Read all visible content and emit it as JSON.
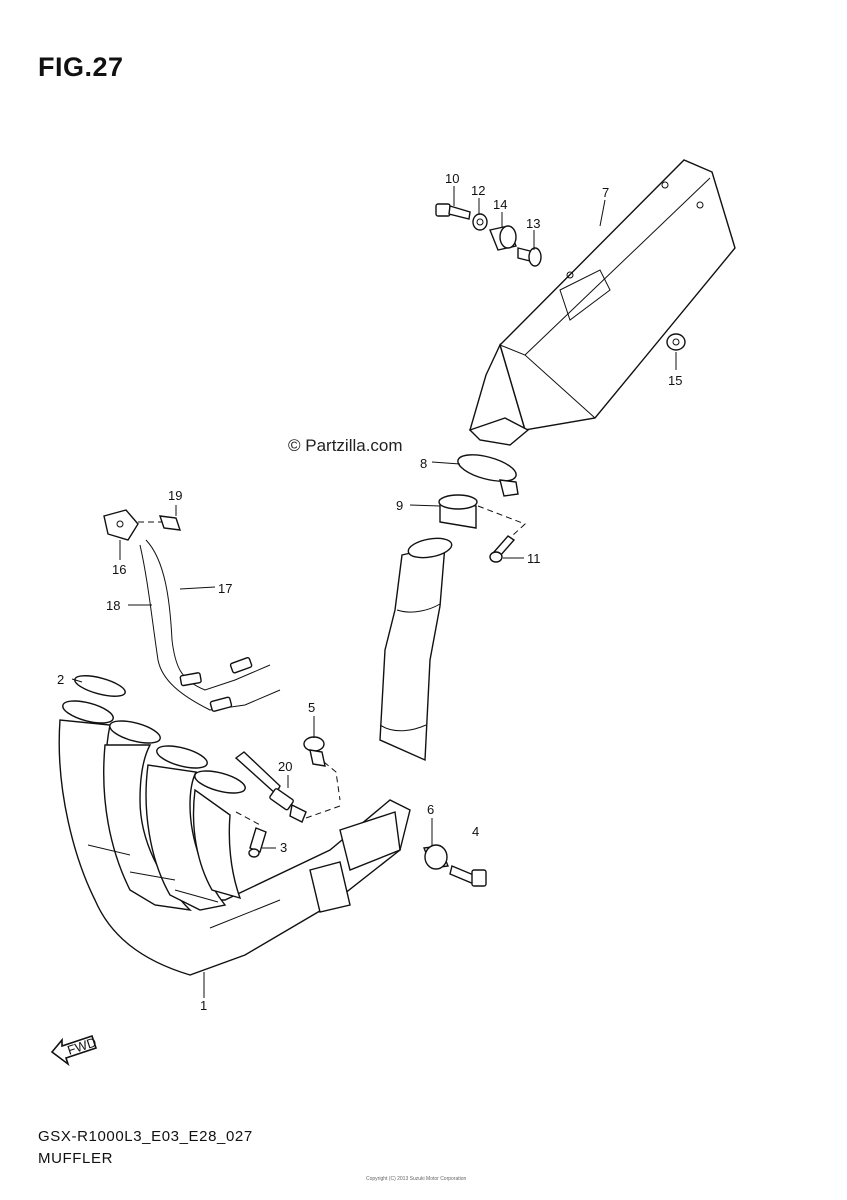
{
  "figure": {
    "title": "FIG.27",
    "watermark": "© Partzilla.com",
    "model_code": "GSX-R1000L3_E03_E28_027",
    "part_name": "MUFFLER",
    "footer_small": "Copyright (C) 2013 Suzuki Motor Corporation"
  },
  "fwd_arrow": {
    "label": "FWD",
    "icon": "fwd-arrow-icon"
  },
  "callouts": [
    {
      "id": "1",
      "label": "1"
    },
    {
      "id": "2",
      "label": "2"
    },
    {
      "id": "3",
      "label": "3"
    },
    {
      "id": "4",
      "label": "4"
    },
    {
      "id": "5",
      "label": "5"
    },
    {
      "id": "6",
      "label": "6"
    },
    {
      "id": "7",
      "label": "7"
    },
    {
      "id": "8",
      "label": "8"
    },
    {
      "id": "9",
      "label": "9"
    },
    {
      "id": "10",
      "label": "10"
    },
    {
      "id": "11",
      "label": "11"
    },
    {
      "id": "12",
      "label": "12"
    },
    {
      "id": "13",
      "label": "13"
    },
    {
      "id": "14",
      "label": "14"
    },
    {
      "id": "15",
      "label": "15"
    },
    {
      "id": "16",
      "label": "16"
    },
    {
      "id": "17",
      "label": "17"
    },
    {
      "id": "18",
      "label": "18"
    },
    {
      "id": "19",
      "label": "19"
    },
    {
      "id": "20",
      "label": "20"
    }
  ]
}
